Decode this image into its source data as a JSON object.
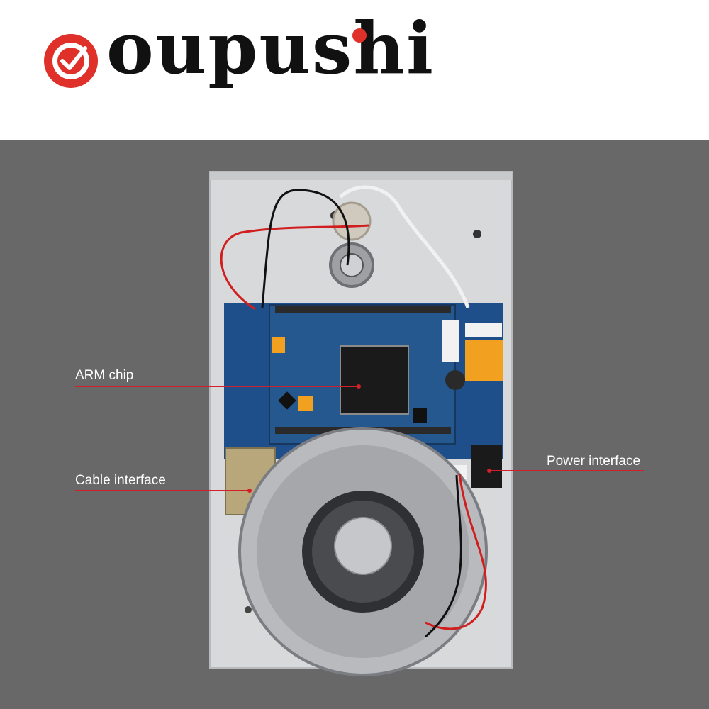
{
  "brand": {
    "name": "oupushi",
    "logo_color": "#e0302a"
  },
  "callouts": [
    {
      "label": "ARM chip"
    },
    {
      "label": "Cable interface"
    },
    {
      "label": "Power interface"
    }
  ],
  "colors": {
    "background": "#686868",
    "leader_line": "#d2202a",
    "panel": "#d8d9db",
    "pcb": "#1f4f8a"
  }
}
